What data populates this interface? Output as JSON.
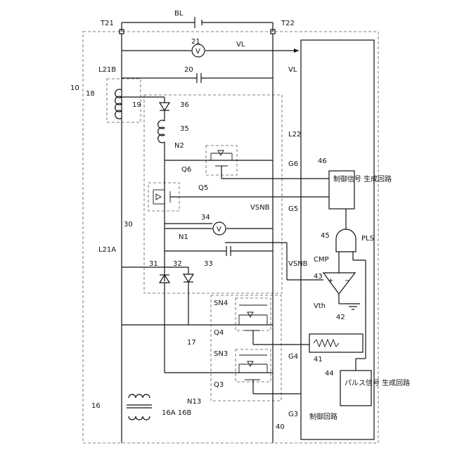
{
  "diagram": {
    "labels": {
      "t21": "T21",
      "t22": "T22",
      "bl": "BL",
      "v21": "21",
      "vl_top": "VL",
      "vl_right": "VL",
      "l21b": "L21B",
      "c20": "20",
      "n10": "10",
      "n18": "18",
      "n19": "19",
      "d36": "36",
      "l35": "35",
      "n2": "N2",
      "l22": "L22",
      "q6": "Q6",
      "g6": "G6",
      "ctrl46_num": "46",
      "ctrl46_text": "制御信号\n生成回路",
      "q5": "Q5",
      "g5": "G5",
      "vsnb_top": "VSNB",
      "n34": "34",
      "n1": "N1",
      "n30": "30",
      "l21a": "L21A",
      "c33": "33",
      "vsnb_mid": "VSNB",
      "n45": "45",
      "pls": "PLS",
      "cmp": "CMP",
      "d31": "31",
      "d32": "32",
      "n43": "43",
      "vth": "Vth",
      "n42": "42",
      "sn4": "SN4",
      "q4": "Q4",
      "n41": "41",
      "n17": "17",
      "sn3": "SN3",
      "g4": "G4",
      "q3": "Q3",
      "n44": "44",
      "pulse_text": "パルス信号\n生成回路",
      "n13": "N13",
      "n16": "16",
      "n16a16b": "16A 16B",
      "ctrl_circuit": "制御回路",
      "g3": "G3",
      "n40": "40",
      "plus": "+",
      "minus": "−"
    }
  }
}
